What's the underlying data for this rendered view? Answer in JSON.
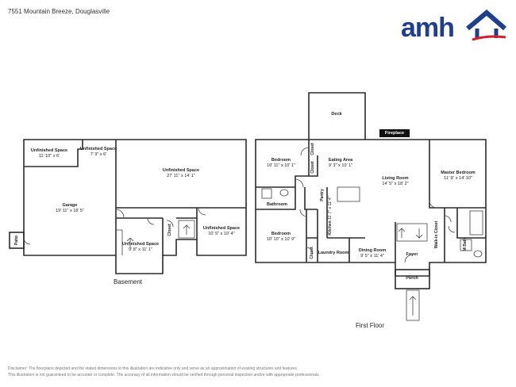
{
  "header": {
    "address": "7551 Mountain Breeze, Douglasville",
    "logo_text": "amh",
    "logo_color": "#1f3f8c",
    "logo_accent_color": "#d31f26"
  },
  "floors": [
    {
      "label": "Basement",
      "rooms": [
        {
          "name": "Unfinished Space",
          "dims": "11' 10\" x 6'"
        },
        {
          "name": "Unfinished Space",
          "dims": "7' 9\" x 6'"
        },
        {
          "name": "Unfinished Space",
          "dims": "27' 11\" x 14' 1\""
        },
        {
          "name": "Garage",
          "dims": "19' 11\" x 18' 5\""
        },
        {
          "name": "Unfinished Space",
          "dims": "10' 5\" x 10' 4\""
        },
        {
          "name": "Unfinished Space",
          "dims": "9' 8\" x 11' 1\""
        },
        {
          "name": "Closet",
          "dims": ""
        },
        {
          "name": "Patio",
          "dims": ""
        }
      ]
    },
    {
      "label": "First Floor",
      "rooms": [
        {
          "name": "Deck",
          "dims": ""
        },
        {
          "name": "Fireplace",
          "dims": ""
        },
        {
          "name": "Bedroom",
          "dims": "10' 11\" x 10' 1\""
        },
        {
          "name": "Closet",
          "dims": ""
        },
        {
          "name": "Eating Area",
          "dims": "9' 3\" x 10' 1\""
        },
        {
          "name": "Living Room",
          "dims": "14' 5\" x 18' 2\""
        },
        {
          "name": "Master Bedroom",
          "dims": "11' 9\" x 14' 10\""
        },
        {
          "name": "Bathroom",
          "dims": ""
        },
        {
          "name": "Closet",
          "dims": ""
        },
        {
          "name": "Pantry",
          "dims": ""
        },
        {
          "name": "Kitchen",
          "dims": "11' 7\" x 11' 4\""
        },
        {
          "name": "Bedroom",
          "dims": "10' 10\" x 10' 9\""
        },
        {
          "name": "Closet",
          "dims": ""
        },
        {
          "name": "Laundry Room",
          "dims": ""
        },
        {
          "name": "Dining Room",
          "dims": "9' 5\" x 11' 4\""
        },
        {
          "name": "Foyer",
          "dims": ""
        },
        {
          "name": "Walk-in Closet",
          "dims": ""
        },
        {
          "name": "M Bath",
          "dims": ""
        },
        {
          "name": "Porch",
          "dims": ""
        }
      ]
    }
  ],
  "footer": {
    "disclaimer_1": "Disclaimer: The floorplans depicted and the stated dimensions in this illustration are indicative only and serve as an approximation of existing structures and features.",
    "disclaimer_2": "This illustration is not guaranteed to be accurate or complete. The accuracy of all information should be verified through personal inspection and/or with appropriate professionals."
  }
}
